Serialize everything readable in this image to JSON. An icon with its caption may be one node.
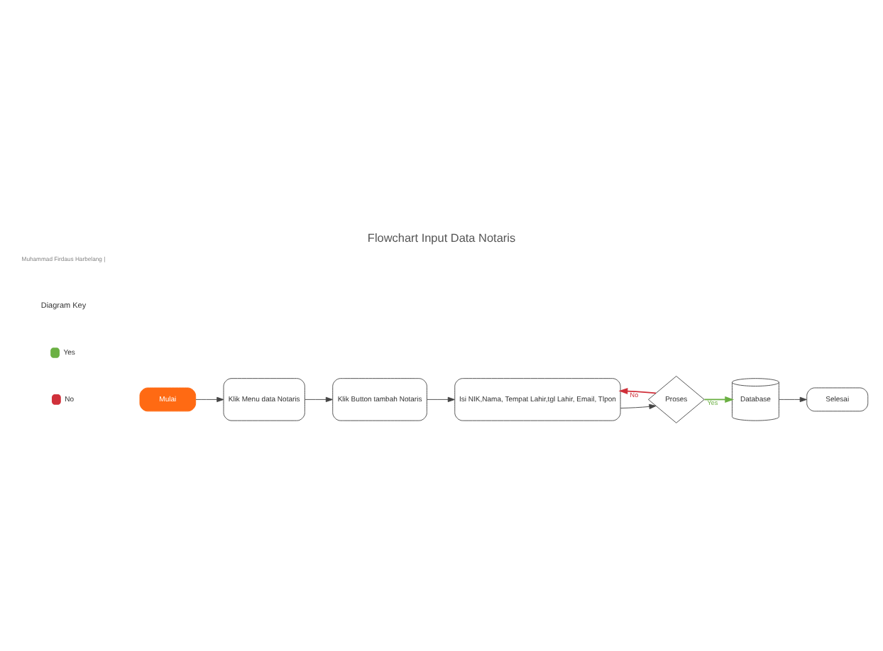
{
  "diagram": {
    "title": "Flowchart Input Data Notaris",
    "nodes": [
      {
        "text": [
          "Mulai"
        ]
      },
      {
        "text": [
          "Klik Menu data Notaris"
        ]
      },
      {
        "text": [
          "Klik Button tambah Notaris"
        ]
      },
      {
        "text": [
          "Isi NIK,Nama, Tempat Lahir,tgl Lahir, Email, Tlpon"
        ]
      },
      {
        "text": [
          "Proses"
        ]
      },
      {
        "text": [
          "Selesai"
        ]
      },
      {
        "text": [
          "Database"
        ]
      }
    ],
    "edges": [
      {
        "from": 0,
        "to": 1,
        "arrow": "to"
      },
      {
        "from": 1,
        "to": 2,
        "arrow": "to"
      },
      {
        "from": 2,
        "to": 3,
        "arrow": "to"
      },
      {
        "from": 3,
        "to": 4,
        "arrow": "to"
      },
      {
        "from": 4,
        "to": 3,
        "arrow": "to",
        "label": "No",
        "color": "#d0303a"
      },
      {
        "from": 4,
        "to": 6,
        "arrow": "to",
        "label": "Yes",
        "color": "#6bb043"
      },
      {
        "from": 6,
        "to": 5,
        "arrow": "to"
      }
    ],
    "labels": [
      "Muhammad Firdaus Harbelang |",
      "Diagram Key"
    ],
    "legend": [
      {
        "text": "Yes",
        "color": "#6bb043"
      },
      {
        "text": "No",
        "color": "#d0303a"
      }
    ]
  }
}
